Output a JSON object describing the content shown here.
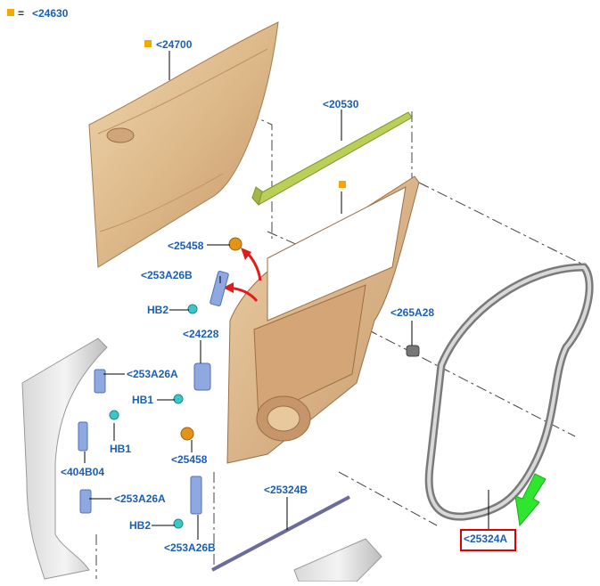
{
  "legend": {
    "symbol": "=",
    "ref": "<24630"
  },
  "labels": {
    "outer_panel": "<24700",
    "glass_run": "<20530",
    "inner_panel_marker": "",
    "bumper_upper": "<25458",
    "hinge_upper": "<253A26B",
    "bolt_upper": "HB2",
    "check_strap": "<24228",
    "pillar_hinge_upper": "<253A26A",
    "bolt_mid": "HB1",
    "bolt_pillar": "HB1",
    "striker": "<404B04",
    "bumper_lower": "<25458",
    "pillar_hinge_lower": "<253A26A",
    "bolt_lower": "HB2",
    "hinge_lower": "<253A26B",
    "belt_weatherstrip": "<25324B",
    "grommet": "<265A28",
    "door_seal": "<25324A"
  },
  "colors": {
    "panel": "#ddb98a",
    "panel_dark": "#b98b5c",
    "label": "#1a5fb4",
    "marker": "#f2a900",
    "arrow_red": "#e21b1b",
    "arrow_green": "#2ee62e",
    "glass_run": "#b9cf57",
    "bracket": "#8fa8e0",
    "bolt": "#3cc6c6",
    "bumper": "#e0941a",
    "seal": "#8a8a8a",
    "highlight": "#e00000"
  }
}
